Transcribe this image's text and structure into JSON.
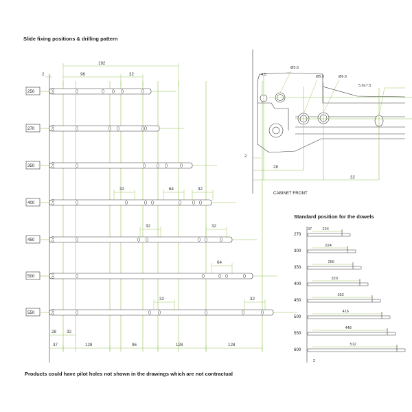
{
  "left": {
    "title": "Slide fixing positions & drilling pattern",
    "top_dims": {
      "total": "192",
      "a": "2",
      "b": "96",
      "c": "32"
    },
    "rows": [
      {
        "size": "250",
        "notes": []
      },
      {
        "size": "270",
        "notes": []
      },
      {
        "size": "350",
        "notes": []
      },
      {
        "size": "400",
        "notes": [
          "32",
          "64",
          "32"
        ]
      },
      {
        "size": "450",
        "notes": [
          "32",
          "32"
        ]
      },
      {
        "size": "500",
        "notes": [
          "64"
        ]
      },
      {
        "size": "550",
        "notes": [
          "32",
          "32"
        ]
      }
    ],
    "bottom_small": [
      "28",
      "32"
    ],
    "bottom_chain": [
      "37",
      "128",
      "96",
      "128",
      "128"
    ]
  },
  "detail": {
    "labels": {
      "d1": "4.5",
      "d2": "Ø5.6",
      "d3": "Ø5.6",
      "d4": "Ø6.6",
      "d5": "5.6x7.5"
    },
    "dims": {
      "h": "2",
      "w1": "28",
      "w2": "32"
    },
    "front_label": "CABINET FRONT"
  },
  "dowels": {
    "title": "Standard position for the dowels",
    "offset": "37",
    "end_offset": "2",
    "rows": [
      {
        "size": "270",
        "value": "224"
      },
      {
        "size": "300",
        "value": "224"
      },
      {
        "size": "350",
        "value": "256"
      },
      {
        "size": "400",
        "value": "320"
      },
      {
        "size": "450",
        "value": "352"
      },
      {
        "size": "500",
        "value": "416"
      },
      {
        "size": "550",
        "value": "448"
      },
      {
        "size": "600",
        "value": "512"
      }
    ]
  },
  "footer": "Products could have pilot holes not shown in the drawings which are not contractual"
}
